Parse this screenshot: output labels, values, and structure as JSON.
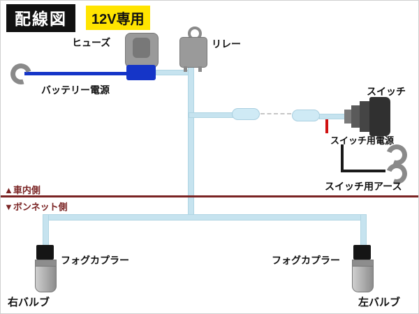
{
  "header": {
    "title": "配線図",
    "badge": "12V専用"
  },
  "components": {
    "fuse_label": "ヒューズ",
    "relay_label": "リレー",
    "battery_label": "バッテリー電源",
    "switch_label": "スイッチ",
    "switch_power_label": "スイッチ用電源",
    "switch_ground_label": "スイッチ用アース",
    "fog_coupler_left_label": "フォグカプラー",
    "fog_coupler_right_label": "フォグカプラー",
    "right_bulb_label": "右バルブ",
    "left_bulb_label": "左バルブ"
  },
  "zones": {
    "interior": "▲車内側",
    "bonnet": "▼ボンネット側"
  },
  "colors": {
    "title_bg": "#111111",
    "badge_bg": "#ffe400",
    "wire_battery": "#1535c8",
    "wire_harness": "#c6e3ef",
    "wire_switch_power": "#d01111",
    "wire_switch_ground": "#1a1a1a",
    "zone_divider": "#7a2323",
    "metal_gray": "#8a8a8a"
  }
}
